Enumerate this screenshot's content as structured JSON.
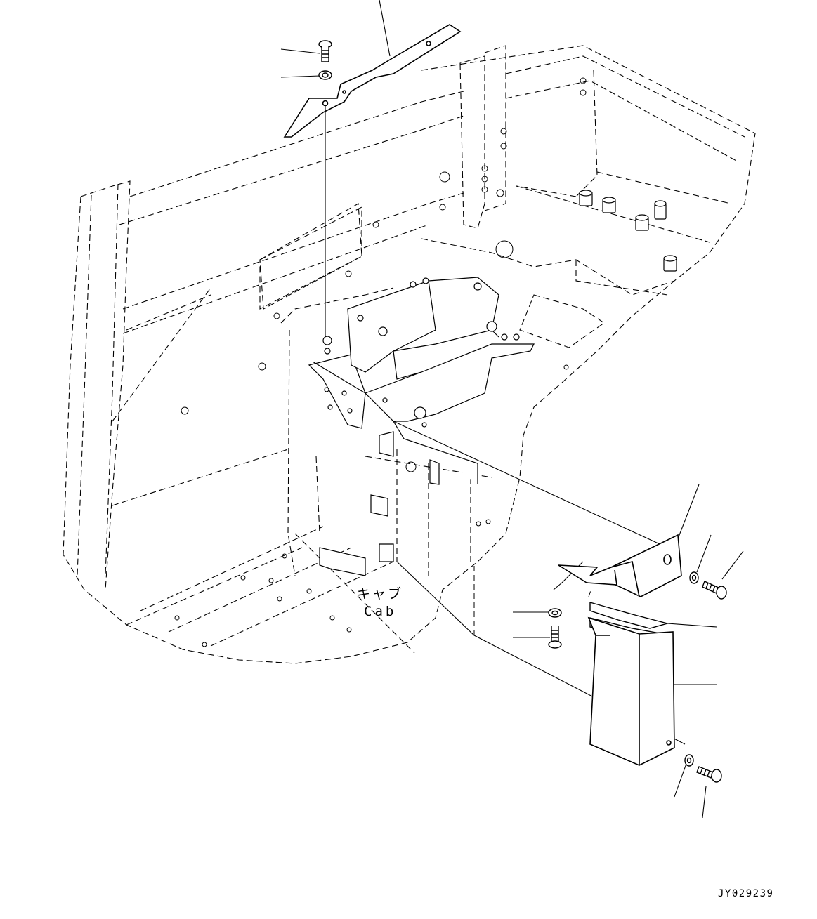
{
  "labels": {
    "cab_jp": "キャブ",
    "cab_en": "Cab",
    "drawing_id": "JY029239"
  },
  "style": {
    "line_color": "#000000",
    "background": "#ffffff"
  }
}
